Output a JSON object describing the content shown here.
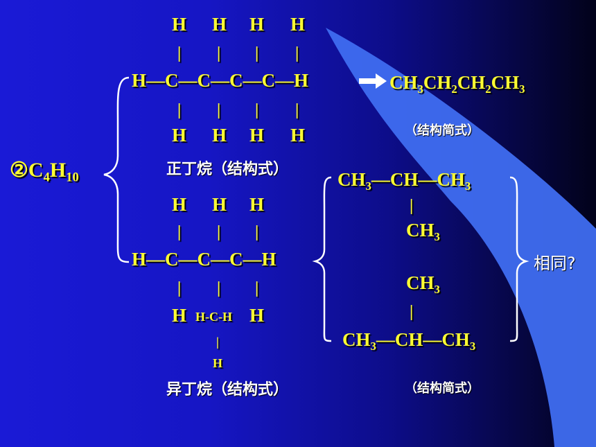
{
  "formula": {
    "prefix": "②C",
    "sub1": "4",
    "mid": "H",
    "sub2": "10"
  },
  "normal": {
    "top_h": [
      "H",
      "H",
      "H",
      "H"
    ],
    "bond": "|",
    "chain": "H—C—C—C—C—H",
    "bottom_h": [
      "H",
      "H",
      "H",
      "H"
    ],
    "caption": "正丁烷（结构式）",
    "condensed": {
      "a": "CH",
      "a_sub": "3",
      "b": "CH",
      "b_sub": "2",
      "c": "CH",
      "c_sub": "2",
      "d": "CH",
      "d_sub": "3"
    },
    "condensed_caption": "（结构简式）"
  },
  "iso": {
    "top_h": [
      "H",
      "H",
      "H"
    ],
    "bond": "|",
    "chain": "H—C—C—C—H",
    "bottom_left": "H",
    "bottom_mid": "H-C-H",
    "bottom_right": "H",
    "bottom_bond": "|",
    "bottom_last": "H",
    "caption": "异丁烷（结构式）",
    "cond1": {
      "main_a": "CH",
      "main_a_sub": "3",
      "main_b": "—CH—",
      "main_c": "CH",
      "main_c_sub": "3",
      "bond": "|",
      "branch": "CH",
      "branch_sub": "3"
    },
    "cond2": {
      "branch": "CH",
      "branch_sub": "3",
      "bond": "|",
      "main_a": "CH",
      "main_a_sub": "3",
      "main_b": "—CH—",
      "main_c": "CH",
      "main_c_sub": "3"
    },
    "question": "相同?",
    "condensed_caption": "（结构简式）"
  },
  "colors": {
    "text_yellow": "#ffff33",
    "bg_blue": "#1a1ad6",
    "wedge_blue": "#3f6df0"
  }
}
